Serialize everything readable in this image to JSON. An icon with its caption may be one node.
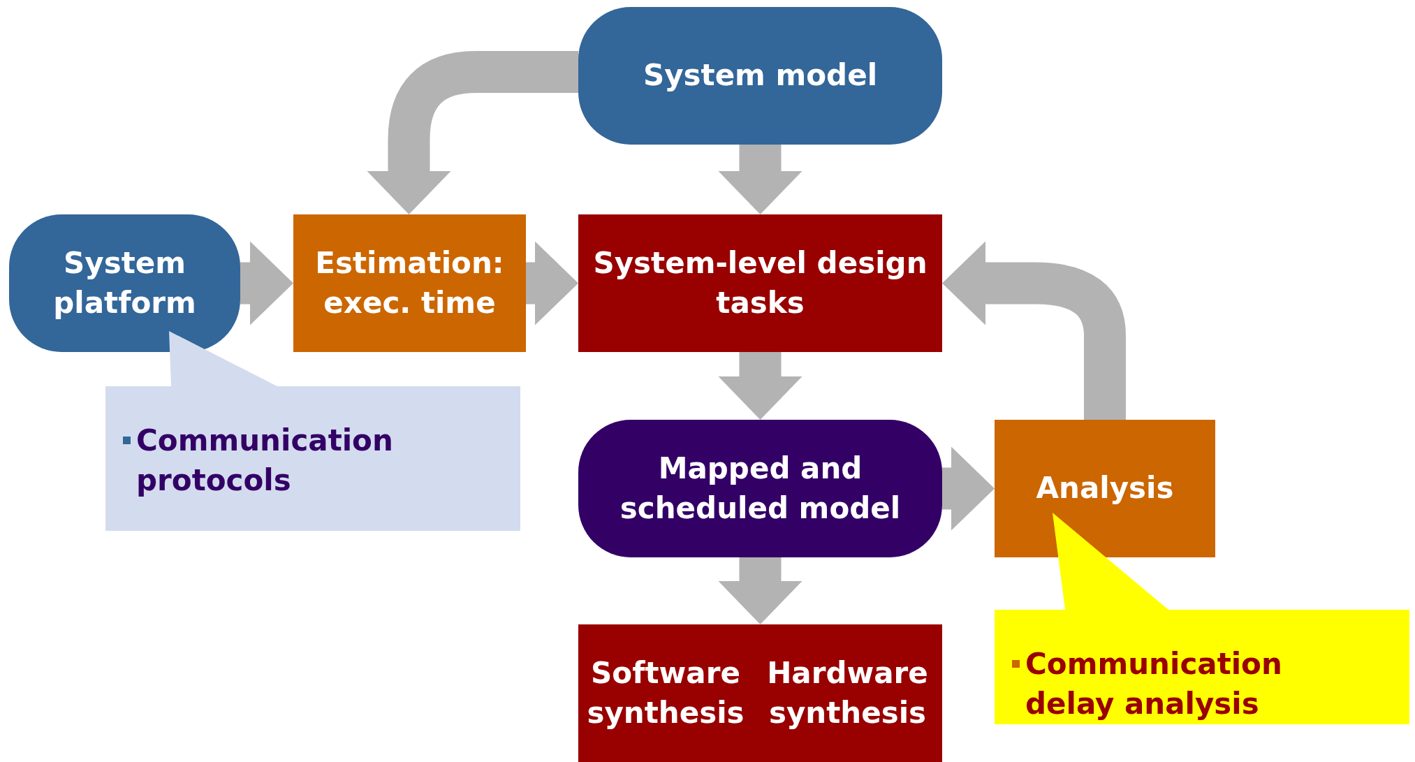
{
  "diagram": {
    "nodes": [
      {
        "text": [
          "System model"
        ]
      },
      {
        "text": [
          "System platform"
        ]
      },
      {
        "text": [
          "Estimation: exec. time"
        ]
      },
      {
        "text": [
          "System-level design tasks"
        ]
      },
      {
        "text": [
          "Communication protocols"
        ]
      },
      {
        "text": [
          "Mapped and scheduled model"
        ]
      },
      {
        "text": [
          "Analysis"
        ]
      },
      {
        "text": [
          "Communication delay analysis"
        ]
      },
      {
        "text": [],
        "shape": "box"
      },
      {
        "text": [
          "Software synthesis"
        ],
        "in": 8
      },
      {
        "text": [
          "Hardware synthesis"
        ],
        "in": 8
      }
    ],
    "edges": [
      {
        "from": 0,
        "to": 2,
        "arrow": "to"
      },
      {
        "from": 0,
        "to": 3,
        "arrow": "to"
      },
      {
        "from": 1,
        "to": 2,
        "arrow": "to"
      },
      {
        "from": 2,
        "to": 3,
        "arrow": "to"
      },
      {
        "from": 3,
        "to": 5,
        "arrow": "to"
      },
      {
        "from": 5,
        "to": 6,
        "arrow": "to"
      },
      {
        "from": 6,
        "to": 3,
        "arrow": "to"
      },
      {
        "from": 5,
        "to": 8,
        "arrow": "to"
      }
    ]
  }
}
